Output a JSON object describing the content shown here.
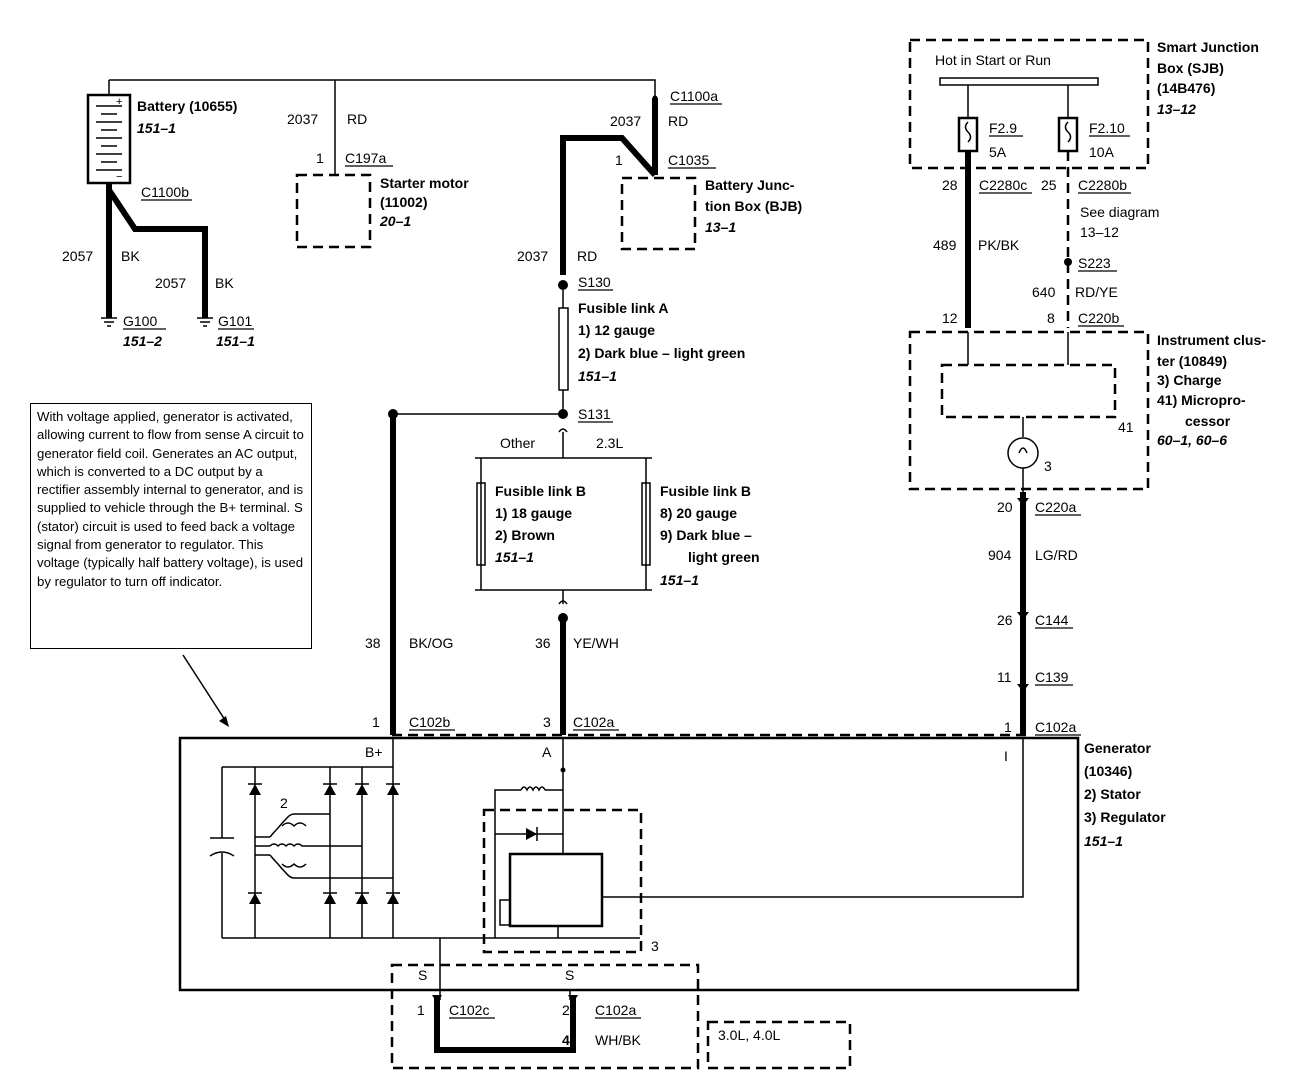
{
  "note": "With voltage applied, generator is activated, allowing current to flow from sense A circuit to generator field coil. Generates an AC output, which is converted to a DC output by a rectifier assembly internal to generator, and is supplied to vehicle through the B+ terminal. S (stator) circuit is used to feed back a voltage signal from generator to regulator. This voltage (typically half battery voltage), is used by regulator to turn off indicator.",
  "battery": {
    "name": "Battery (10655)",
    "ref": "151–1",
    "plus": "+",
    "minus": "−"
  },
  "grounds": {
    "c1100b": "C1100b",
    "wire1_num": "2057",
    "wire1_color": "BK",
    "wire2_num": "2057",
    "wire2_color": "BK",
    "g100": "G100",
    "g100_ref": "151–2",
    "g101": "G101",
    "g101_ref": "151–1"
  },
  "starter": {
    "wire_num": "2037",
    "wire_color": "RD",
    "pin": "1",
    "connector": "C197a",
    "name1": "Starter motor",
    "name2": "(11002)",
    "ref": "20–1"
  },
  "bjb": {
    "top_connector": "C1100a",
    "wire_num": "2037",
    "wire_color": "RD",
    "pin": "1",
    "connector": "C1035",
    "name1": "Battery Junc-",
    "name2": "tion Box (BJB)",
    "ref": "13–1"
  },
  "fusible_a": {
    "wire_num": "2037",
    "wire_color": "RD",
    "splice_top": "S130",
    "title": "Fusible link A",
    "l1": "1)   12 gauge",
    "l2": "2)   Dark blue – light green",
    "ref": "151–1",
    "splice_bottom": "S131"
  },
  "fusible_b": {
    "other": "Other",
    "engine": "2.3L",
    "left_title": "Fusible link B",
    "left_l1": "1)   18 gauge",
    "left_l2": "2)   Brown",
    "left_ref": "151–1",
    "right_title": "Fusible link B",
    "right_l1": "8)   20 gauge",
    "right_l2": "9)   Dark blue –",
    "right_l3": "light green",
    "right_ref": "151–1"
  },
  "circuits": {
    "bplus_num": "38",
    "bplus_color": "BK/OG",
    "a_num": "36",
    "a_color": "YE/WH"
  },
  "generator": {
    "pin_bplus": "1",
    "conn_bplus": "C102b",
    "pin_a": "3",
    "conn_a": "C102a",
    "pin_i": "1",
    "conn_i": "C102a",
    "label_bplus": "B+",
    "label_a": "A",
    "label_i": "I",
    "name1": "Generator",
    "name2": "(10346)",
    "l1": "2)   Stator",
    "l2": "3)   Regulator",
    "ref": "151–1",
    "stator_num": "2",
    "regulator_num": "3",
    "s_left": "S",
    "s_right": "S",
    "pin_s1": "1",
    "conn_s1": "C102c",
    "pin_s2": "2",
    "conn_s2": "C102a",
    "pin_s4": "4",
    "wire_s_color": "WH/BK",
    "engines": "3.0L, 4.0L"
  },
  "sjb": {
    "hot": "Hot in Start or Run",
    "name1": "Smart Junction",
    "name2": "Box (SJB)",
    "name3": "(14B476)",
    "ref": "13–12",
    "fuse1": "F2.9",
    "fuse1_a": "5A",
    "fuse2": "F2.10",
    "fuse2_a": "10A",
    "pin28": "28",
    "conn28": "C2280c",
    "pin25": "25",
    "conn25": "C2280b",
    "see": "See diagram",
    "see_ref": "13–12",
    "w489": "489",
    "w489_color": "PK/BK",
    "s223": "S223",
    "w640": "640",
    "w640_color": "RD/YE"
  },
  "cluster": {
    "pin12": "12",
    "pin8": "8",
    "conn": "C220b",
    "name1": "Instrument clus-",
    "name2": "ter (10849)",
    "l1": "3)    Charge",
    "l2": "41)  Micropro-",
    "l3": "cessor",
    "ref": "60–1, 60–6",
    "micro_num": "41",
    "lamp_num": "3",
    "pin20": "20",
    "conn20": "C220a",
    "w904": "904",
    "w904_color": "LG/RD",
    "pin26": "26",
    "conn26": "C144",
    "pin11": "11",
    "conn11": "C139"
  }
}
